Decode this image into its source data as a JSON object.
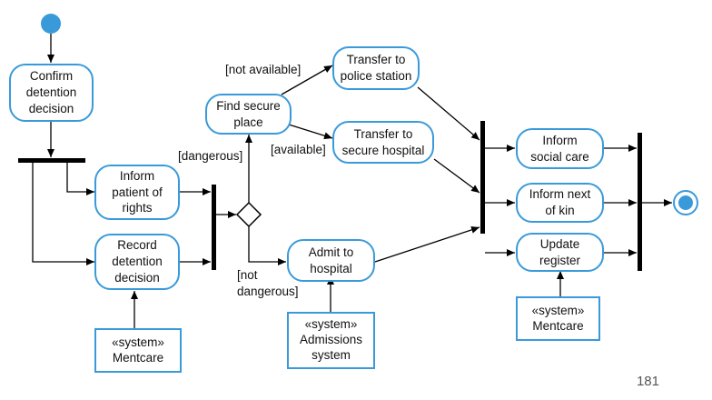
{
  "diagram": {
    "activities": {
      "confirm": "Confirm\ndetention\ndecision",
      "inform_patient": "Inform\npatient of\nrights",
      "record": "Record\ndetention\ndecision",
      "find_place": "Find secure\nplace",
      "transfer_police": "Transfer to\npolice station",
      "transfer_hospital": "Transfer to\nsecure hospital",
      "admit": "Admit to\nhospital",
      "inform_social": "Inform\nsocial care",
      "inform_kin": "Inform next\nof kin",
      "update_register": "Update\nregister"
    },
    "systems": {
      "mentcare_left": "«system»\nMentcare",
      "admissions": "«system»\nAdmissions\nsystem",
      "mentcare_right": "«system»\nMentcare"
    },
    "guards": {
      "not_available": "[not available]",
      "available": "[available]",
      "dangerous": "[dangerous]",
      "not_dangerous": "[not\ndangerous]"
    },
    "colors": {
      "accent": "#3a9ad9",
      "line": "#000000"
    }
  },
  "page_number": "181"
}
